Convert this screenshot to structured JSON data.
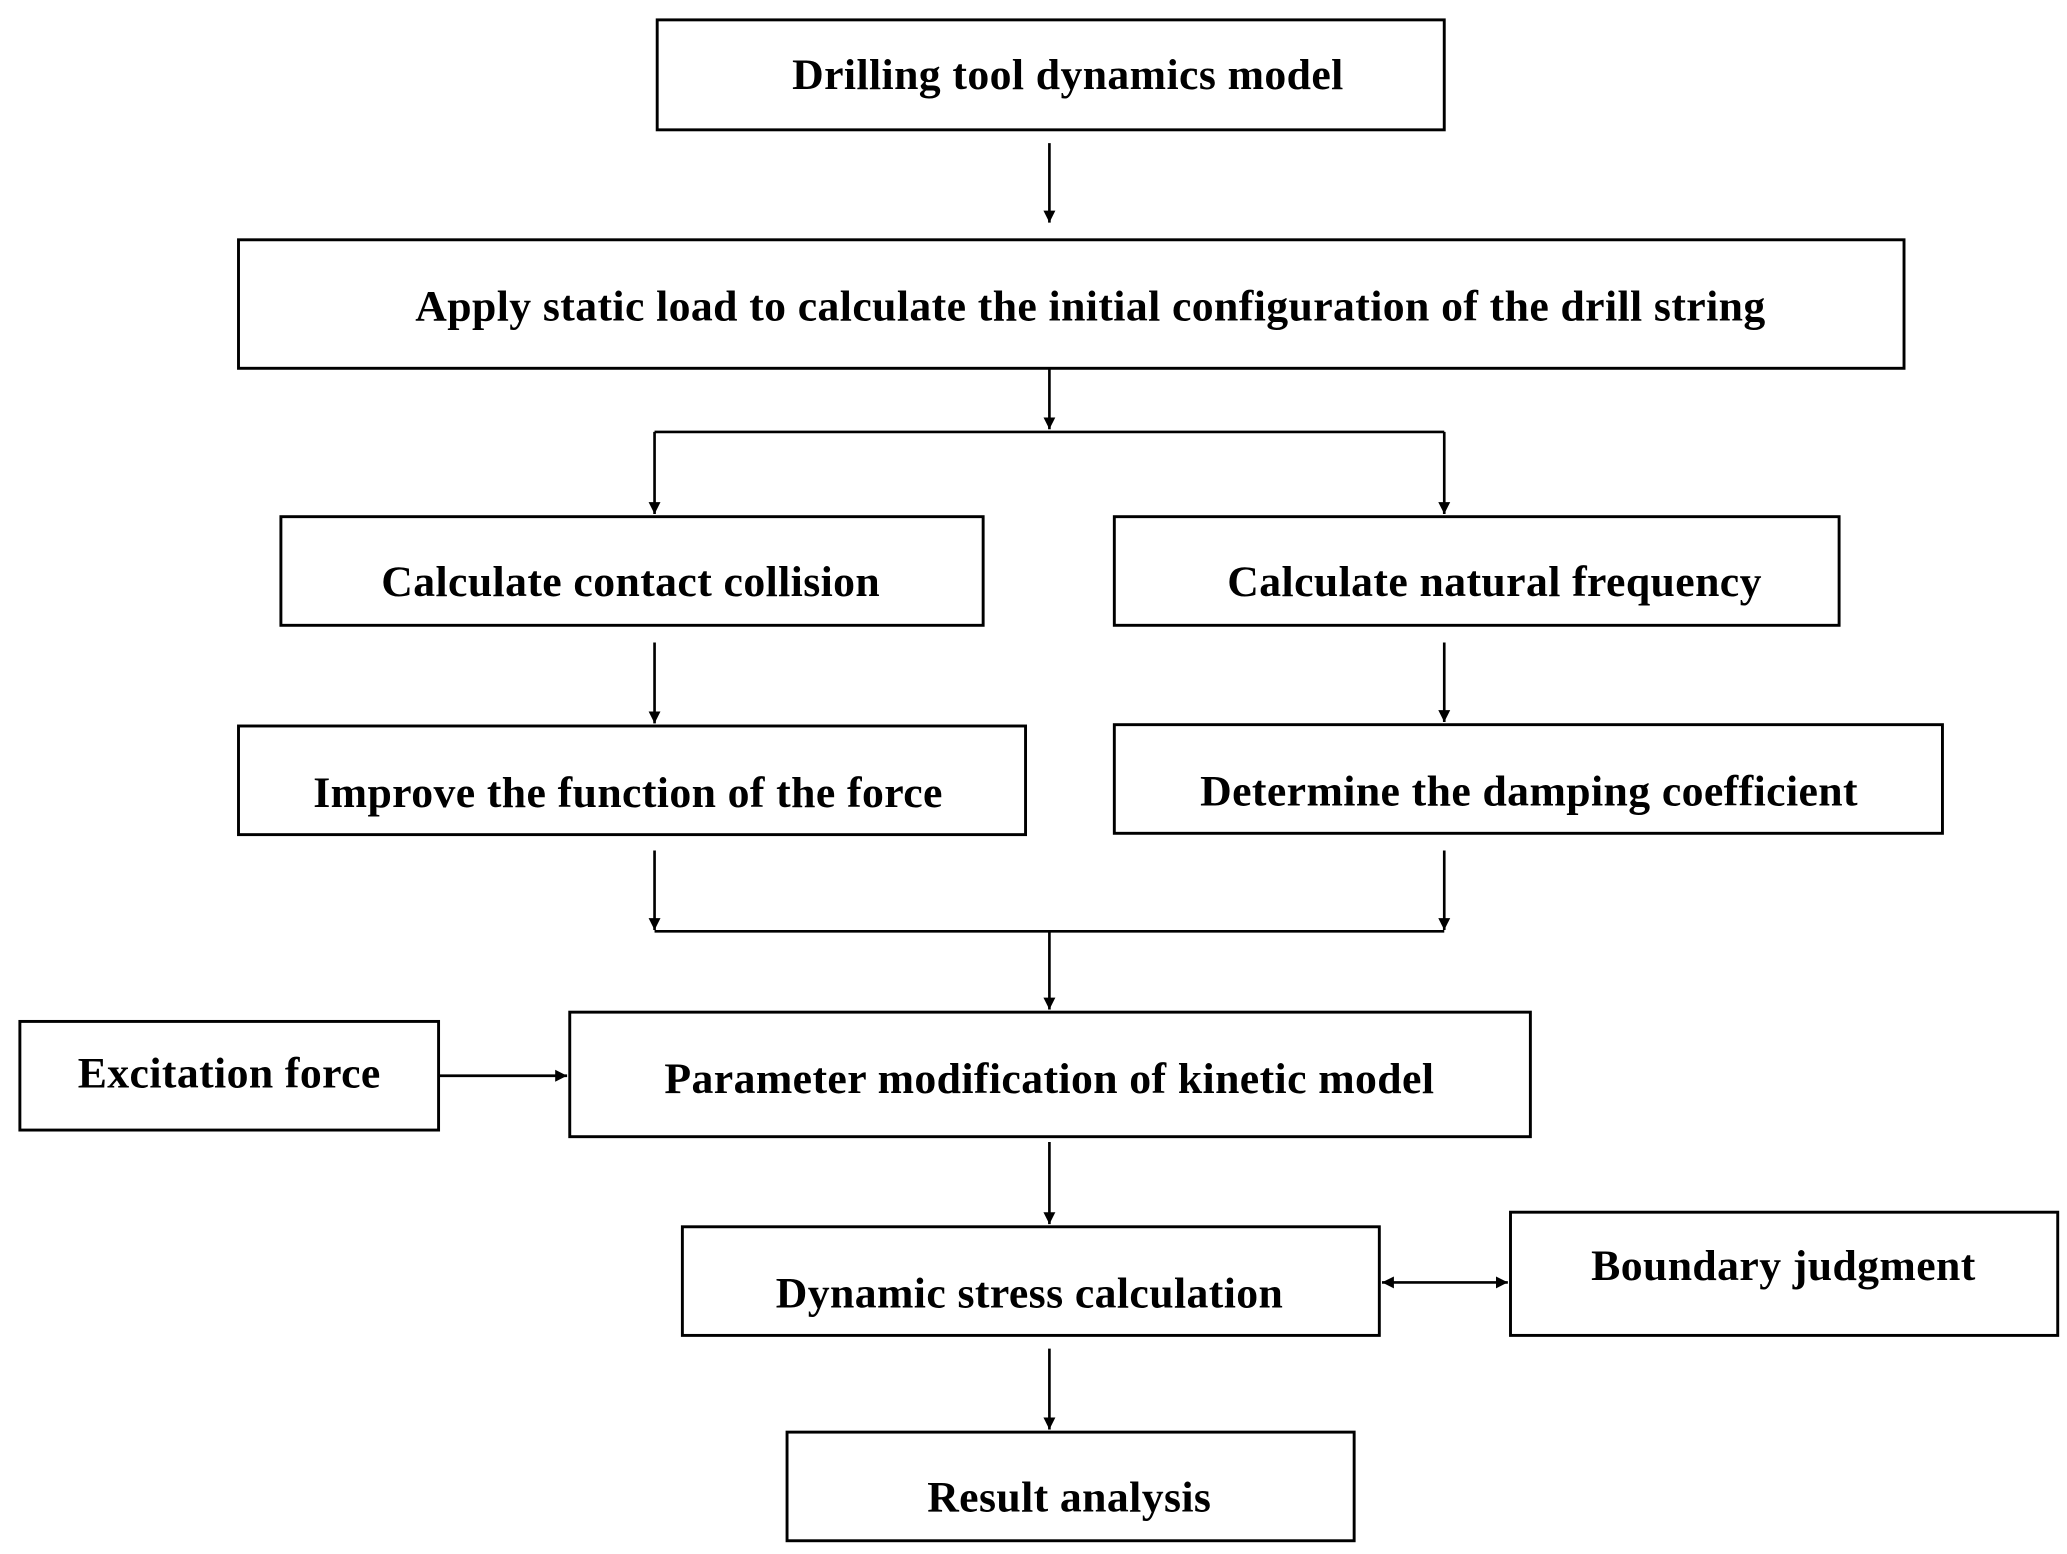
{
  "diagram": {
    "type": "flowchart",
    "nodes": {
      "model": "Drilling tool dynamics model",
      "static_load": "Apply static load to calculate the initial configuration of the drill string",
      "contact": "Calculate contact collision",
      "natural_freq": "Calculate natural frequency",
      "force_func": "Improve  the function of the force",
      "damping": "Determine the damping coefficient",
      "excitation": "Excitation  force",
      "param_mod": "Parameter  modification of kinetic model",
      "dyn_stress": "Dynamic  stress  calculation",
      "boundary": "Boundary  judgment",
      "result": "Result analysis"
    },
    "edges": [
      {
        "from": "Drilling tool dynamics model",
        "to": "Apply static load to calculate the initial configuration of the drill string",
        "kind": "arrow"
      },
      {
        "from": "Apply static load to calculate the initial configuration of the drill string",
        "to": "Calculate contact collision",
        "kind": "arrow"
      },
      {
        "from": "Apply static load to calculate the initial configuration of the drill string",
        "to": "Calculate natural frequency",
        "kind": "arrow"
      },
      {
        "from": "Calculate contact collision",
        "to": "Improve the function of the force",
        "kind": "arrow"
      },
      {
        "from": "Calculate natural frequency",
        "to": "Determine the damping coefficient",
        "kind": "arrow"
      },
      {
        "from": "Improve the function of the force",
        "to": "Parameter modification of kinetic model",
        "kind": "arrow"
      },
      {
        "from": "Determine the damping coefficient",
        "to": "Parameter modification of kinetic model",
        "kind": "arrow"
      },
      {
        "from": "Excitation force",
        "to": "Parameter modification of kinetic model",
        "kind": "arrow"
      },
      {
        "from": "Parameter modification of kinetic model",
        "to": "Dynamic stress calculation",
        "kind": "arrow"
      },
      {
        "from": "Dynamic stress calculation",
        "to": "Boundary judgment",
        "kind": "bidirectional"
      },
      {
        "from": "Dynamic stress calculation",
        "to": "Result analysis",
        "kind": "arrow"
      }
    ]
  }
}
